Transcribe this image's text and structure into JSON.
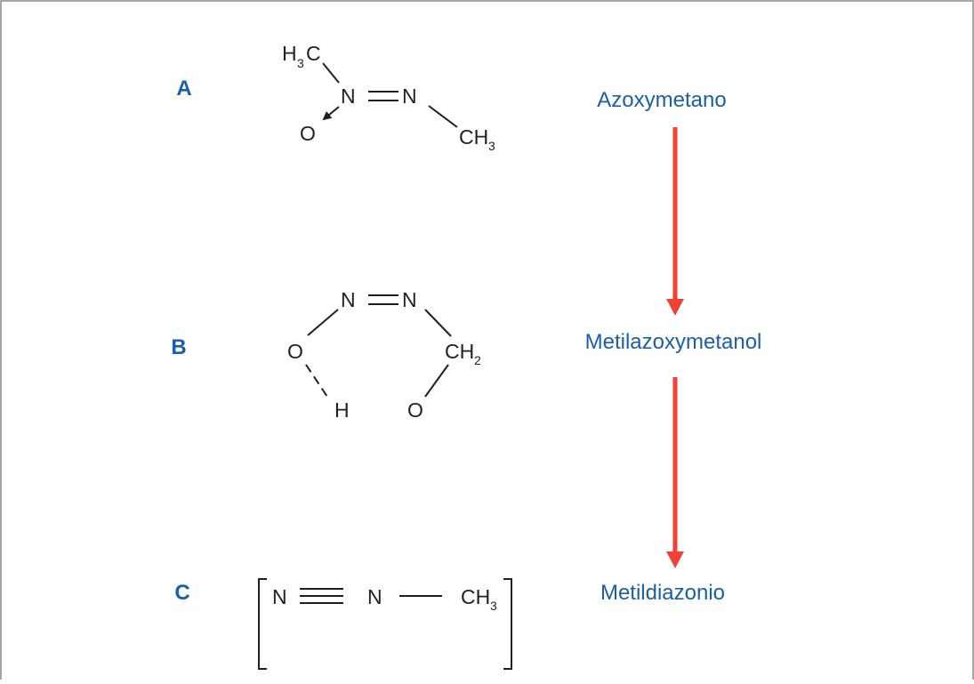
{
  "colors": {
    "label": "#1a5fa8",
    "arrow": "#ef4136",
    "structure": "#231f20",
    "frame": "#8a8a8a"
  },
  "steps": [
    {
      "label": "A",
      "compound": "Azoxymetano"
    },
    {
      "label": "B",
      "compound": "Metilazoxymetanol"
    },
    {
      "label": "C",
      "compound": "Metildiazonio"
    }
  ],
  "structures": {
    "a": {
      "h3c_h": "H",
      "h3c_sub": "3",
      "h3c_c": "C",
      "n1": "N",
      "n2": "N",
      "o": "O",
      "ch3_ch": "CH",
      "ch3_sub": "3"
    },
    "b": {
      "n1": "N",
      "n2": "N",
      "o1": "O",
      "h": "H",
      "ch2_ch": "CH",
      "ch2_sub": "2",
      "o2": "O"
    },
    "c": {
      "n1": "N",
      "n2": "N",
      "ch3_ch": "CH",
      "ch3_sub": "3"
    }
  },
  "icons": {
    "transition_arrow": "arrow-down-icon"
  }
}
